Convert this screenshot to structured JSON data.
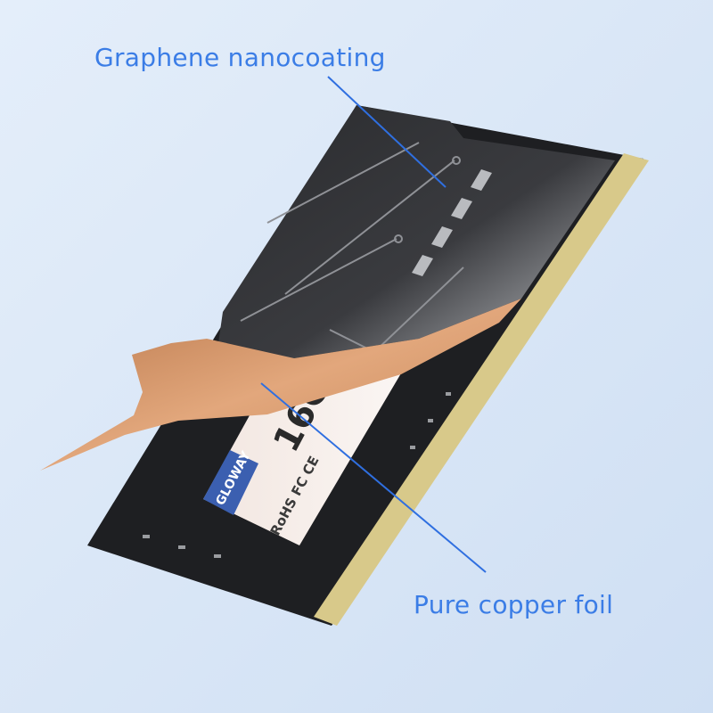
{
  "callouts": {
    "graphene": "Graphene nanocoating",
    "copper": "Pure copper foil"
  },
  "product_label": {
    "capacity": "16GB",
    "brand": "GLOWAY",
    "marks": "RoHS FC CE"
  },
  "colors": {
    "background": "#dce8f6",
    "callout_text": "#3b7de6",
    "callout_line": "#2f6fe0",
    "pcb": "#1e1f22",
    "copper": "#c98b5e",
    "gold_contacts": "#d8c98a"
  }
}
